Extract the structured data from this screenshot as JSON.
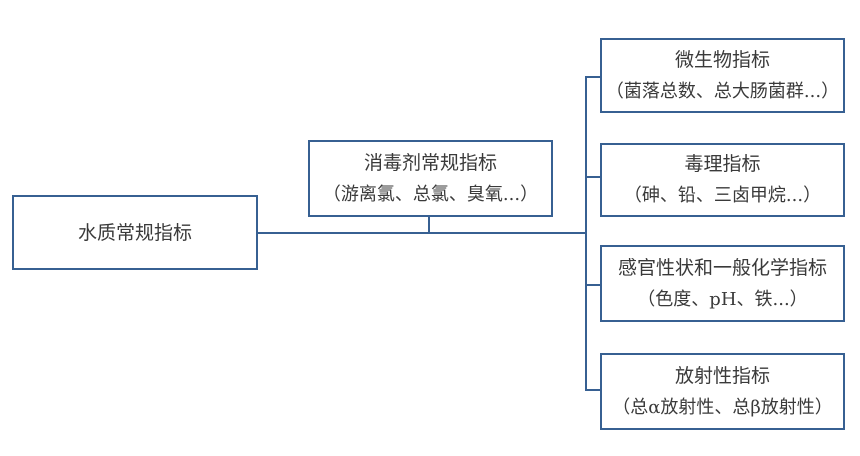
{
  "diagram": {
    "root": {
      "title": "水质常规指标"
    },
    "middle": {
      "title": "消毒剂常规指标",
      "subtitle": "（游离氯、总氯、臭氧...）"
    },
    "leaves": [
      {
        "title": "微生物指标",
        "subtitle": "（菌落总数、总大肠菌群...）"
      },
      {
        "title": "毒理指标",
        "subtitle": "（砷、铅、三卤甲烷...）"
      },
      {
        "title": "感官性状和一般化学指标",
        "subtitle": "（色度、pH、铁...）"
      },
      {
        "title": "放射性指标",
        "subtitle": "（总α放射性、总β放射性）"
      }
    ],
    "colors": {
      "border": "#376092",
      "text": "#3a3a3a",
      "background": "#ffffff"
    }
  }
}
